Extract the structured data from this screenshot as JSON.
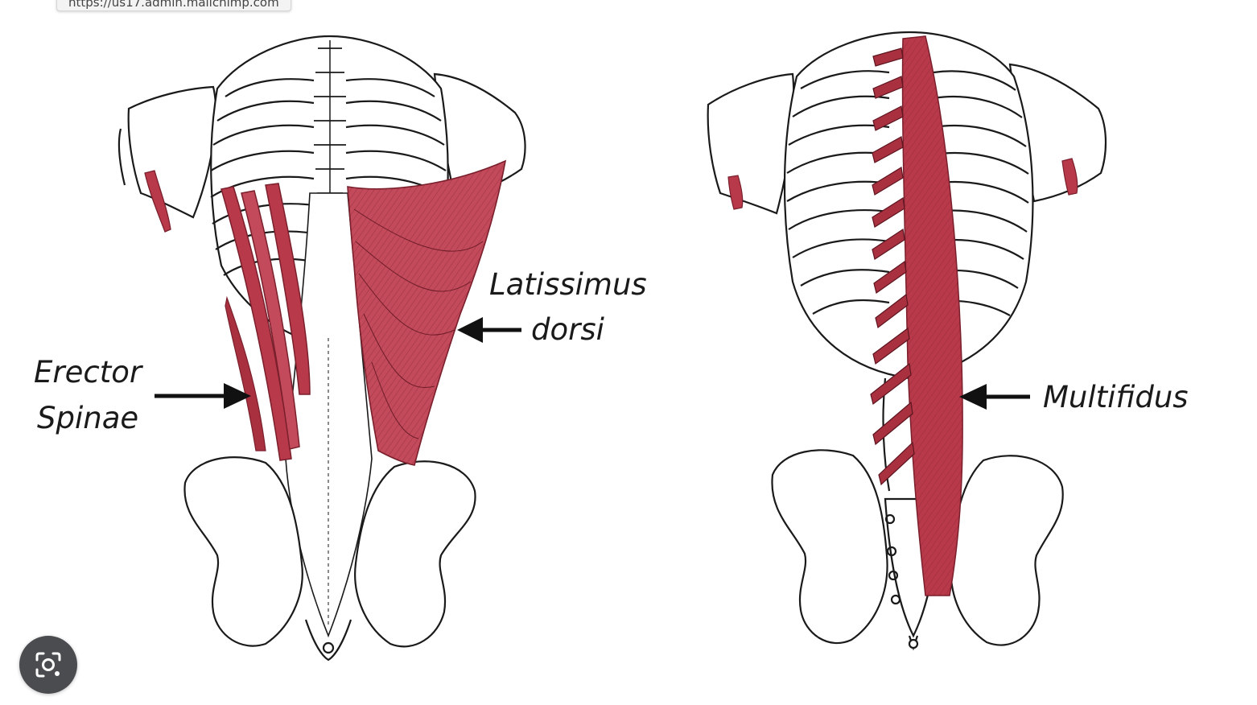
{
  "tooltip": {
    "url_text": "https://us17.admin.mailchimp.com"
  },
  "labels": {
    "erector_line1": "Erector",
    "erector_line2": "Spinae",
    "latissimus_line1": "Latissimus",
    "latissimus_line2": "dorsi",
    "multifidus": "Multifidus"
  },
  "colors": {
    "muscle": "#b8394a",
    "muscle_light": "#d06272",
    "muscle_dark": "#7a1f2c",
    "bone_line": "#1a1a1a",
    "background": "#ffffff",
    "lens_button_bg": "#4a4c4f"
  },
  "icons": {
    "lens": "camera-search-icon"
  }
}
